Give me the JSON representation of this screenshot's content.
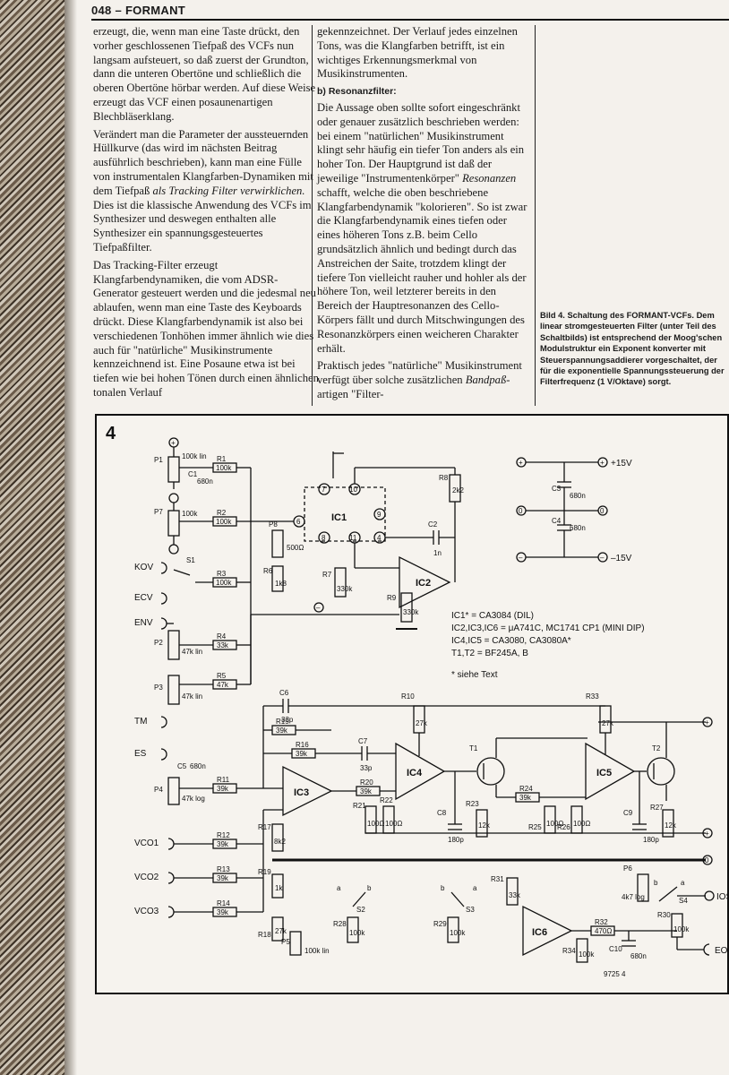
{
  "header": {
    "title": "048 – FORMANT"
  },
  "col1": {
    "p1": "erzeugt, die, wenn man eine Taste drückt, den vorher geschlossenen Tiefpaß des VCFs nun langsam aufsteuert, so daß zuerst der Grundton, dann die unteren Obertöne und schließlich die oberen Obertöne hörbar werden. Auf diese Weise erzeugt das VCF einen posaunenartigen Blechbläserklang.",
    "p2a": "Verändert man die Parameter der aussteuernden Hüllkurve (das wird im nächsten Beitrag ausführlich beschrieben), kann man eine Fülle von instrumentalen Klangfarben-Dynamiken mit dem Tiefpaß",
    "p2em": "als Tracking Filter verwirklichen.",
    "p2b": "Dies ist die klassische Anwendung des VCFs im Synthesizer und deswegen enthalten alle Synthesizer ein spannungsgesteuertes Tiefpaßfilter.",
    "p3": "Das Tracking-Filter erzeugt Klangfarbendynamiken, die vom ADSR-Generator gesteuert werden und die jedesmal neu ablaufen, wenn man eine Taste des Keyboards drückt. Diese Klangfarbendynamik ist also bei verschiedenen Tonhöhen immer ähnlich wie dies auch für \"natürliche\" Musikinstrumente kennzeichnend ist. Eine Posaune etwa ist bei tiefen wie bei hohen Tönen durch einen ähnlichen tonalen Verlauf"
  },
  "col2": {
    "p1": "gekennzeichnet. Der Verlauf jedes einzelnen Tons, was die Klangfarben betrifft, ist ein wichtiges Erkennungsmerkmal von Musikinstrumenten.",
    "subhead": "b) Resonanzfilter:",
    "p2a": "Die Aussage oben sollte sofort eingeschränkt oder genauer zusätzlich beschrieben werden: bei einem \"natürlichen\" Musikinstrument klingt sehr häufig ein tiefer Ton anders als ein hoher Ton. Der Hauptgrund ist daß der jeweilige \"Instrumentenkörper\"",
    "p2em": "Resonanzen",
    "p2b": "schafft, welche die oben beschriebene Klangfarbendynamik \"kolorieren\". So ist zwar die Klangfarbendynamik eines tiefen oder eines höheren Tons z.B. beim Cello grundsätzlich ähnlich und bedingt durch das Anstreichen der Saite, trotzdem klingt der tiefere Ton vielleicht rauher und hohler als der höhere Ton, weil letzterer bereits in den Bereich der Hauptresonanzen des Cello-Körpers fällt und durch Mitschwingungen des Resonanzkörpers einen weicheren Charakter erhält.",
    "p3a": "Praktisch jedes \"natürliche\" Musikinstrument verfügt über solche zusätzlichen",
    "p3em": "Bandpaß",
    "p3b": "-artigen \"Filter-"
  },
  "caption": "Bild 4. Schaltung des FORMANT-VCFs. Dem linear stromgesteuerten Filter (unter Teil des Schaltbilds) ist entsprechend der Moog'schen Modulstruktur ein Exponent konverter mit Steuerspannungsaddierer vorgeschaltet, der für die exponentielle Spannungssteuerung der Filterfrequenz (1 V/Oktave) sorgt.",
  "figure": {
    "number": "4",
    "legend": [
      "IC1* = CA3084 (DIL)",
      "IC2,IC3,IC6 = μA741C, MC1741 CP1 (MINI DIP)",
      "IC4,IC5 = CA3080, CA3080A*",
      "T1,T2 = BF245A, B"
    ],
    "note": "* siehe Text",
    "code": "9725 4",
    "supply_pos": "+15V",
    "supply_neg": "–15V",
    "inputs": [
      "KOV",
      "ECV",
      "ENV",
      "TM",
      "ES",
      "VCO1",
      "VCO2",
      "VCO3"
    ],
    "outputs": [
      "IOS",
      "EOS"
    ],
    "ics": [
      "IC1",
      "IC2",
      "IC3",
      "IC4",
      "IC5",
      "IC6"
    ],
    "transistors": [
      "T1",
      "T2"
    ],
    "components": {
      "P1": "100k lin",
      "R1": "100k",
      "C1": "680n",
      "P7": "100k",
      "R2": "100k",
      "P8": "500Ω",
      "P6": "1k8",
      "R6": "",
      "S1": "S1",
      "R3": "100k",
      "P2": "47k lin",
      "R4": "33k",
      "P3": "47k lin",
      "R5": "47k",
      "C6": "33p",
      "R15": "39k",
      "R16": "39k",
      "C7": "33p",
      "C5": "680n",
      "P4": "47k log",
      "R11": "39k",
      "R12": "39k",
      "R13": "39k",
      "R14": "39k",
      "R17": "8k2",
      "R19": "1k",
      "R18": "27k",
      "P5": "100k lin",
      "R20": "39k",
      "R21": "100Ω",
      "R22": "100Ω",
      "R10": "27k",
      "C8": "180p",
      "R23": "12k",
      "R24": "39k",
      "R25": "100Ω",
      "R26": "100Ω",
      "R33": "27k",
      "C9": "180p",
      "R27": "12k",
      "R8": "2k2",
      "C2": "1n",
      "R7": "330k",
      "R9": "330k",
      "C3": "680n",
      "C4": "680n",
      "R28": "100k",
      "R29": "100k",
      "R31": "33k",
      "R32": "470Ω",
      "R34": "100k",
      "C10": "680n",
      "R30": "100k",
      "P6b": "4k7 log"
    }
  }
}
